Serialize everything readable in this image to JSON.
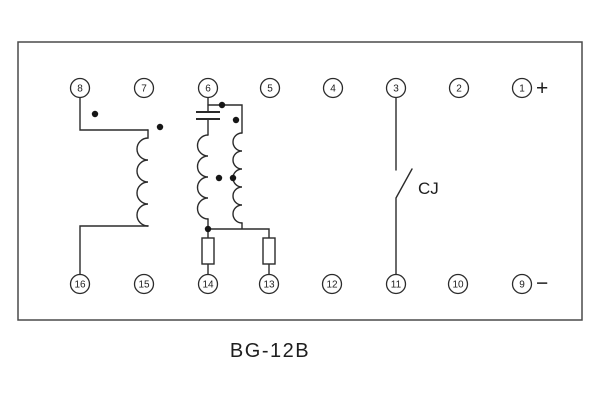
{
  "title": "BG-12B",
  "labels": {
    "contact": "CJ",
    "polarity_positive": "+",
    "polarity_negative": "−"
  },
  "terminals": {
    "top": [
      "8",
      "7",
      "6",
      "5",
      "4",
      "3",
      "2",
      "1"
    ],
    "bottom": [
      "16",
      "15",
      "14",
      "13",
      "12",
      "11",
      "10",
      "9"
    ]
  },
  "colors": {
    "line": "#2b2b2b",
    "background": "#ffffff"
  }
}
